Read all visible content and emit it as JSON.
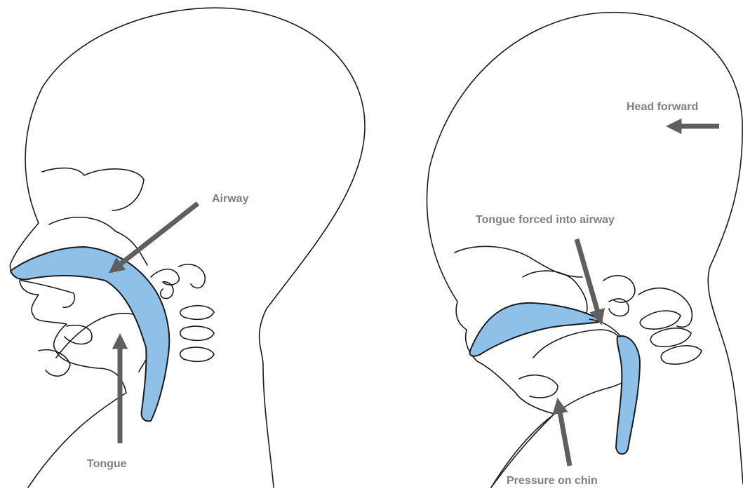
{
  "labels": {
    "airway": "Airway",
    "tongue": "Tongue",
    "head_forward": "Head forward",
    "tongue_forced": "Tongue forced into airway",
    "pressure_on_chin": "Pressure on chin"
  },
  "colors": {
    "airway_fill": "#8ec0e8",
    "outline": "#1a1a1a",
    "arrow": "#5f5f5f",
    "label": "#808080",
    "background": "#ffffff"
  }
}
